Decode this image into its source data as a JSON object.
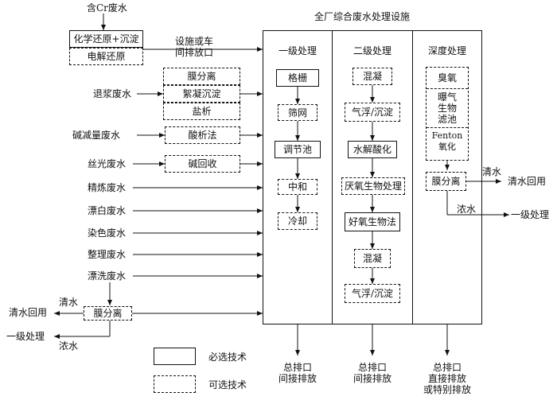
{
  "title": "全厂综合废水处理设施",
  "left_sources": {
    "cr": "含Cr废水",
    "desizing": "退浆废水",
    "alkali": "碱减量废水",
    "silk": "丝光废水",
    "scouring": "精炼废水",
    "bleaching": "漂白废水",
    "dyeing": "染色废水",
    "finishing": "整理废水",
    "rinsing": "漂洗废水"
  },
  "cr_group": {
    "box1": "化学还原+沉淀",
    "box2": "电解还原",
    "outlet": "设施或车\n间排放口"
  },
  "desizing_group": [
    "膜分离",
    "絮凝沉淀",
    "盐析"
  ],
  "alkali_box": "酸析法",
  "silk_box": "碱回收",
  "rinse_group": {
    "membrane": "膜分离",
    "clear_water": "清水",
    "reuse": "清水回用",
    "concentrate": "浓水",
    "primary": "一级处理"
  },
  "columns": [
    {
      "header": "一级处理",
      "steps": [
        "格栅",
        "筛网",
        "调节池",
        "中和",
        "冷却"
      ]
    },
    {
      "header": "二级处理",
      "steps": [
        "混凝",
        "气浮/沉淀",
        "水解酸化",
        "厌氧生物处理",
        "好氧生物法",
        "混凝",
        "气浮/沉淀"
      ]
    },
    {
      "header": "深度处理",
      "steps": [
        "臭氧",
        "曝气\n生物\n滤池",
        "Fenton\n氧化",
        "膜分离"
      ]
    }
  ],
  "advanced_outputs": {
    "clear_water": "清水",
    "reuse": "清水回用",
    "concentrate": "浓水",
    "primary": "一级处理"
  },
  "discharges": [
    "总排口\n间接排放",
    "总排口\n间接排放",
    "总排口\n直接排放\n或特别排放"
  ],
  "legend": {
    "required": "必选技术",
    "optional": "可选技术"
  }
}
